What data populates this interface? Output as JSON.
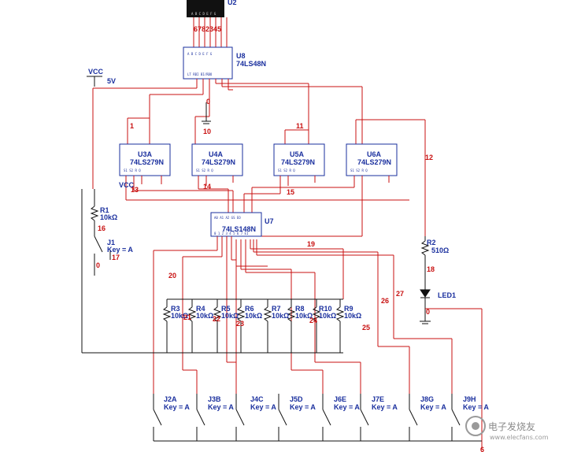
{
  "display": {
    "ref": "U2",
    "pins": "6782345",
    "segments": "A B C D E F G"
  },
  "chips": {
    "u8": {
      "ref": "U8",
      "part": "74LS48N"
    },
    "u3a": {
      "ref": "U3A",
      "part": "74LS279N"
    },
    "u4a": {
      "ref": "U4A",
      "part": "74LS279N"
    },
    "u5a": {
      "ref": "U5A",
      "part": "74LS279N"
    },
    "u6a": {
      "ref": "U6A",
      "part": "74LS279N"
    },
    "u7": {
      "ref": "U7",
      "part": "74LS148N"
    }
  },
  "power": {
    "vcc": "VCC",
    "vcc_value": "5V",
    "vcc2": "VCC"
  },
  "resistors": [
    {
      "ref": "R1",
      "value": "10kΩ"
    },
    {
      "ref": "R2",
      "value": "510Ω"
    },
    {
      "ref": "R3",
      "value": "10kΩ"
    },
    {
      "ref": "R4",
      "value": "10kΩ"
    },
    {
      "ref": "R5",
      "value": "10kΩ"
    },
    {
      "ref": "R6",
      "value": "10kΩ"
    },
    {
      "ref": "R7",
      "value": "10kΩ"
    },
    {
      "ref": "R8",
      "value": "10kΩ"
    },
    {
      "ref": "R10",
      "value": "10kΩ"
    },
    {
      "ref": "R9",
      "value": "10kΩ"
    }
  ],
  "led": {
    "ref": "LED1"
  },
  "switches": [
    {
      "ref": "J1",
      "key": "Key = A"
    },
    {
      "ref": "J2A",
      "key": "Key = A"
    },
    {
      "ref": "J3B",
      "key": "Key = A"
    },
    {
      "ref": "J4C",
      "key": "Key = A"
    },
    {
      "ref": "J5D",
      "key": "Key = A"
    },
    {
      "ref": "J6E",
      "key": "Key = A"
    },
    {
      "ref": "J7E",
      "key": "Key = A"
    },
    {
      "ref": "J8G",
      "key": "Key = A"
    },
    {
      "ref": "J9H",
      "key": "Key = A"
    }
  ],
  "nets": [
    "0",
    "1",
    "10",
    "11",
    "12",
    "13",
    "14",
    "15",
    "16",
    "17",
    "0",
    "19",
    "20",
    "21",
    "22",
    "23",
    "24",
    "25",
    "26",
    "27",
    "18",
    "0",
    "6"
  ],
  "watermark": {
    "text": "电子发烧友",
    "url": "www.elecfans.com"
  }
}
